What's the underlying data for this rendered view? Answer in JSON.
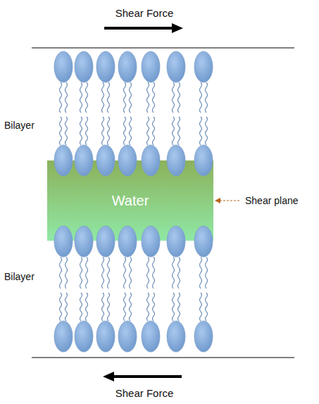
{
  "diagram": {
    "nodes": [
      {
        "text": [
          "Water"
        ]
      }
    ],
    "labels": [
      "Shear Force",
      "Bilayer",
      "Shear plane",
      "Bilayer",
      "Shear Force"
    ]
  }
}
